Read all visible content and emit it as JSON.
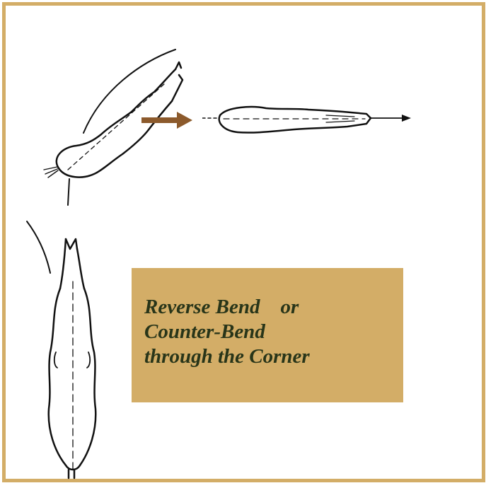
{
  "colors": {
    "border": "#D3AD67",
    "caption_background": "#D3AD67",
    "caption_text": "#283519",
    "arrow": "#8C5A2C",
    "ink": "#111111"
  },
  "caption": {
    "line1": "Reverse Bend    or",
    "line2": "Counter-Bend",
    "line3": "through the Corner"
  },
  "icons": [
    "horse-sketch-diagonal-icon",
    "transition-arrow-icon",
    "horse-sketch-straight-icon",
    "horse-sketch-vertical-icon"
  ]
}
